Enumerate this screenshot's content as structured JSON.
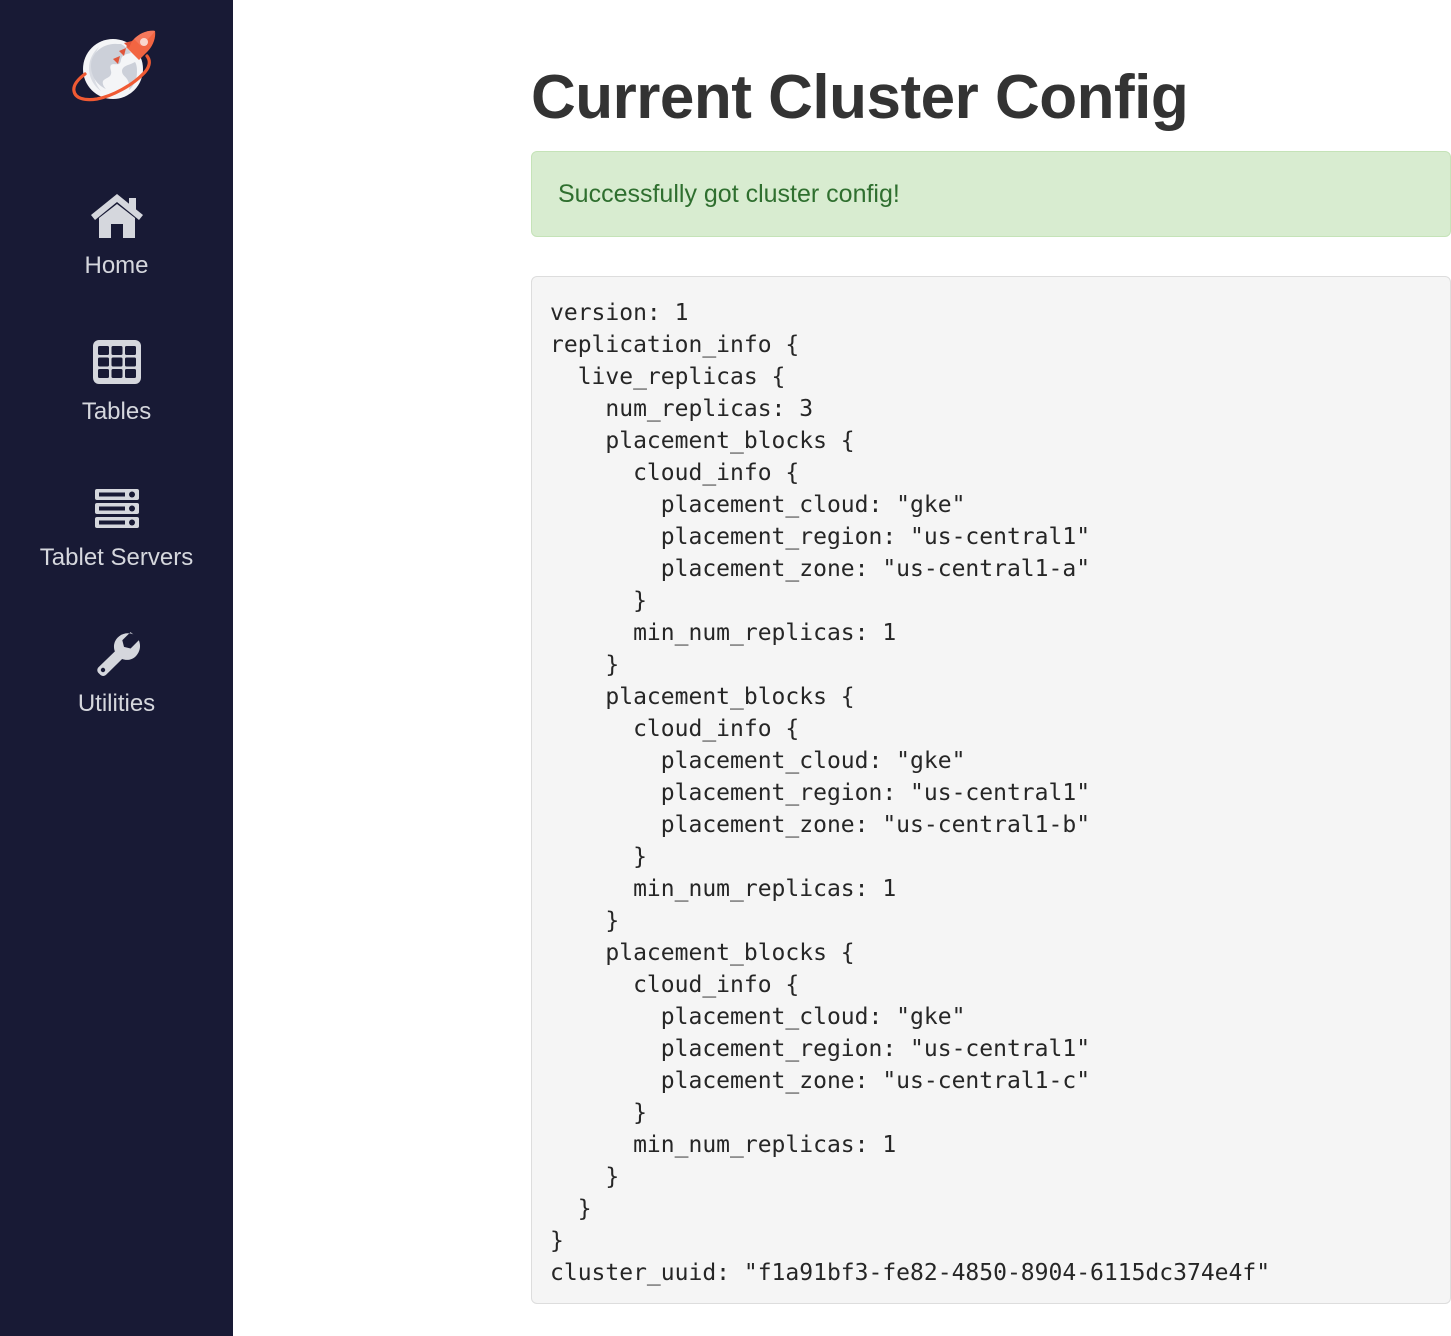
{
  "sidebar": {
    "brand": {
      "logo_icon": "yugabyte-rocket-globe-logo",
      "colors": {
        "globe": "#f2f3f5",
        "rocket": "#f26542",
        "orbit": "#f05a33"
      }
    },
    "items": [
      {
        "label": "Home",
        "icon": "home-icon"
      },
      {
        "label": "Tables",
        "icon": "table-grid-icon"
      },
      {
        "label": "Tablet Servers",
        "icon": "server-stack-icon"
      },
      {
        "label": "Utilities",
        "icon": "wrench-icon"
      }
    ],
    "background_color": "#181a35",
    "label_color": "#d5d7dd"
  },
  "main": {
    "page_title": "Current Cluster Config",
    "alert": {
      "message": "Successfully got cluster config!",
      "variant": "success",
      "background_color": "#d8ecd0",
      "border_color": "#c5e3b8",
      "text_color": "#2f6f2f"
    },
    "config": {
      "version": 1,
      "cluster_uuid": "f1a91bf3-fe82-4850-8904-6115dc374e4f",
      "replication_info": {
        "live_replicas": {
          "num_replicas": 3,
          "placement_blocks": [
            {
              "cloud_info": {
                "placement_cloud": "gke",
                "placement_region": "us-central1",
                "placement_zone": "us-central1-a"
              },
              "min_num_replicas": 1
            },
            {
              "cloud_info": {
                "placement_cloud": "gke",
                "placement_region": "us-central1",
                "placement_zone": "us-central1-b"
              },
              "min_num_replicas": 1
            },
            {
              "cloud_info": {
                "placement_cloud": "gke",
                "placement_region": "us-central1",
                "placement_zone": "us-central1-c"
              },
              "min_num_replicas": 1
            }
          ]
        }
      },
      "text": "version: 1\nreplication_info {\n  live_replicas {\n    num_replicas: 3\n    placement_blocks {\n      cloud_info {\n        placement_cloud: \"gke\"\n        placement_region: \"us-central1\"\n        placement_zone: \"us-central1-a\"\n      }\n      min_num_replicas: 1\n    }\n    placement_blocks {\n      cloud_info {\n        placement_cloud: \"gke\"\n        placement_region: \"us-central1\"\n        placement_zone: \"us-central1-b\"\n      }\n      min_num_replicas: 1\n    }\n    placement_blocks {\n      cloud_info {\n        placement_cloud: \"gke\"\n        placement_region: \"us-central1\"\n        placement_zone: \"us-central1-c\"\n      }\n      min_num_replicas: 1\n    }\n  }\n}\ncluster_uuid: \"f1a91bf3-fe82-4850-8904-6115dc374e4f\""
    }
  }
}
